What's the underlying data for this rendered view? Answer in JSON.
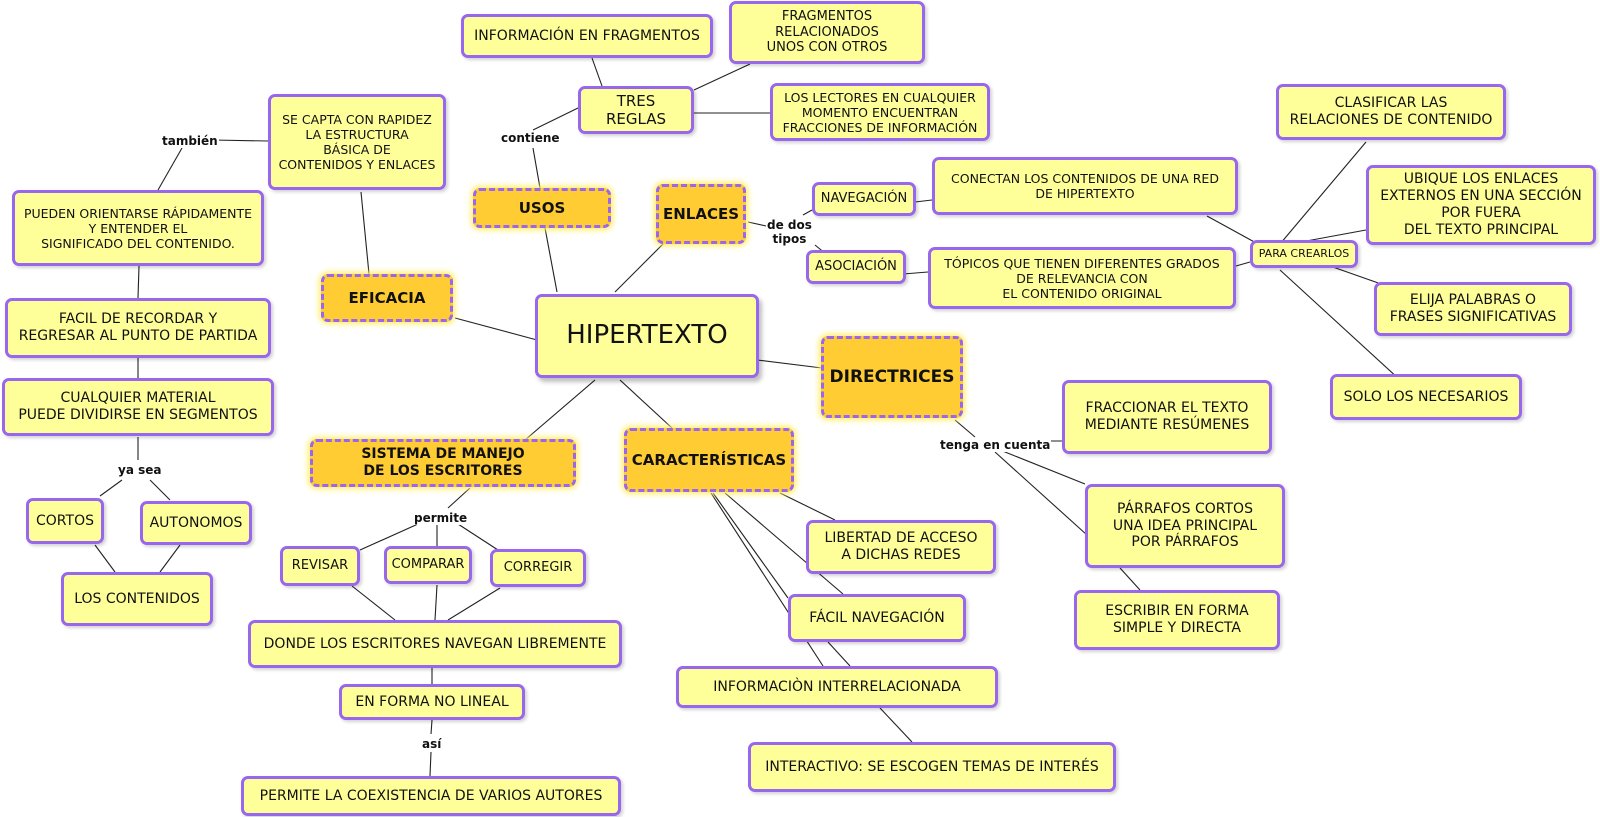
{
  "map": {
    "central": "HIPERTEXTO",
    "categories": {
      "usos": "USOS",
      "enlaces": "ENLACES",
      "eficacia": "EFICACIA",
      "directrices": "DIRECTRICES",
      "sistema": "SISTEMA DE MANEJO\nDE LOS ESCRITORES",
      "caracteristicas": "CARACTERÍSTICAS"
    },
    "usos": {
      "tres_reglas": "TRES REGLAS",
      "info_fragmentos": "INFORMACIÓN EN FRAGMENTOS",
      "fragmentos_relacionados": "FRAGMENTOS\nRELACIONADOS\nUNOS CON OTROS",
      "lectores": "LOS LECTORES EN CUALQUIER\nMOMENTO ENCUENTRAN\nFRACCIONES DE INFORMACIÓN"
    },
    "enlaces": {
      "navegacion": "NAVEGACIÓN",
      "asociacion": "ASOCIACIÓN",
      "conectan": "CONECTAN LOS CONTENIDOS DE UNA RED\nDE HIPERTEXTO",
      "topicos": "TÓPICOS QUE TIENEN DIFERENTES GRADOS\nDE RELEVANCIA CON\nEL CONTENIDO ORIGINAL",
      "para_crearlos": "PARA CREARLOS",
      "clasificar": "CLASIFICAR LAS\nRELACIONES DE CONTENIDO",
      "ubique": "UBIQUE LOS ENLACES\nEXTERNOS EN UNA SECCIÓN\nPOR FUERA\nDEL TEXTO PRINCIPAL",
      "elija": "ELIJA PALABRAS O\nFRASES SIGNIFICATIVAS",
      "solo": "SOLO LOS NECESARIOS"
    },
    "eficacia": {
      "se_capta": "SE CAPTA CON RAPIDEZ\nLA ESTRUCTURA\nBÁSICA DE\nCONTENIDOS Y ENLACES",
      "pueden": "PUEDEN ORIENTARSE RÁPIDAMENTE\nY ENTENDER EL\nSIGNIFICADO DEL CONTENIDO.",
      "facil_recordar": "FACIL DE RECORDAR Y\nREGRESAR AL PUNTO DE PARTIDA",
      "cualquier": "CUALQUIER MATERIAL\nPUEDE DIVIDIRSE EN SEGMENTOS",
      "cortos": "CORTOS",
      "autonomos": "AUTONOMOS",
      "contenidos": "LOS CONTENIDOS"
    },
    "sistema": {
      "revisar": "REVISAR",
      "comparar": "COMPARAR",
      "corregir": "CORREGIR",
      "donde": "DONDE LOS ESCRITORES NAVEGAN LIBREMENTE",
      "no_lineal": "EN FORMA NO LINEAL",
      "coexistencia": "PERMITE LA COEXISTENCIA DE VARIOS AUTORES"
    },
    "caracteristicas": {
      "libertad": "LIBERTAD DE ACCESO\nA DICHAS REDES",
      "facil_nav": "FÁCIL NAVEGACIÓN",
      "info_inter": "INFORMACIÒN INTERRELACIONADA",
      "interactivo": "INTERACTIVO: SE ESCOGEN TEMAS DE INTERÉS"
    },
    "directrices": {
      "fraccionar": "FRACCIONAR EL TEXTO\nMEDIANTE RESÚMENES",
      "parrafos": "PÁRRAFOS CORTOS\nUNA IDEA PRINCIPAL\nPOR PÁRRAFOS",
      "escribir": "ESCRIBIR EN FORMA\nSIMPLE Y DIRECTA"
    },
    "link_labels": {
      "contiene": "contiene",
      "de_dos_tipos": "de dos\ntipos",
      "tambien": "también",
      "ya_sea": "ya sea",
      "permite": "permite",
      "asi": "así",
      "tenga_en_cuenta": "tenga en cuenta"
    }
  },
  "colors": {
    "node_fill": "#ffff99",
    "category_fill": "#ffcc33",
    "border": "#9966ee",
    "line": "#222222"
  }
}
